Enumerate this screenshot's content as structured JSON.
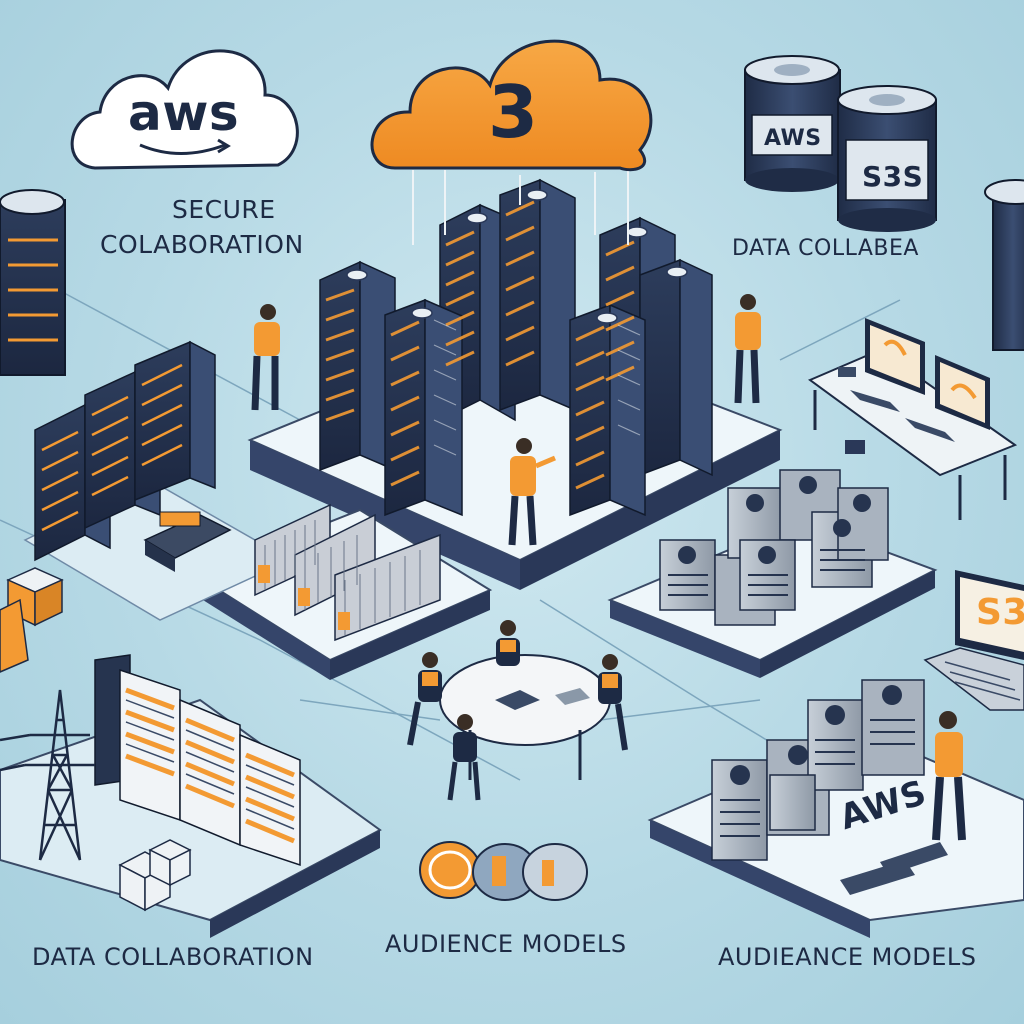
{
  "clouds": {
    "aws_cloud_text": "aws",
    "center_cloud_number": "3"
  },
  "labels": {
    "secure_line1": "SECURE",
    "secure_line2": "COLABORATION",
    "data_collab_top": "DATA COLLABEA",
    "data_collab_bottom": "DATA COLLABORATION",
    "audience_center": "AUDIENCE MODELS",
    "audience_right": "AUDIEANCE MODELS"
  },
  "drums": {
    "drum_aws": "AWS",
    "drum_s3": "S3S"
  },
  "screens": {
    "laptop_text": "S3",
    "floor_aws": "AWS"
  },
  "colors": {
    "background": "#b9dbe6",
    "accent_orange": "#f39a33",
    "rack_navy": "#26344f",
    "text_navy": "#1d2a44"
  }
}
